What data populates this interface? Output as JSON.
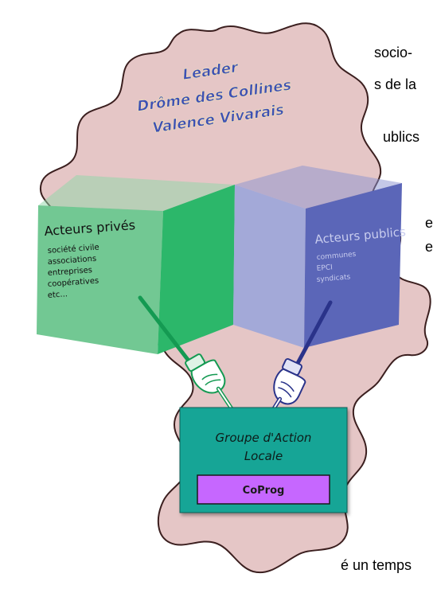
{
  "background_text": {
    "line1": "socio-",
    "line2": "s de la",
    "line3": "ublics",
    "line4": "e",
    "line5": "e",
    "line6": "é un temps"
  },
  "region_title": {
    "line1": "Leader",
    "line2": "Drôme des Collines",
    "line3": "Valence Vivarais"
  },
  "private_box": {
    "title": "Acteurs privés",
    "items": [
      "société civile",
      "associations",
      "entreprises",
      "coopératives",
      "etc..."
    ]
  },
  "public_box": {
    "title": "Acteurs publics",
    "items": [
      "communes",
      "EPCI",
      "syndicats"
    ]
  },
  "gal_box": {
    "line1": "Groupe d'Action",
    "line2": "Locale",
    "button_label": "CoProg"
  },
  "colors": {
    "map_fill": "#e5c6c6",
    "map_stroke": "#3b1f1f",
    "private_front": "#72c893",
    "private_side": "#2cb76a",
    "public_front": "#5b66b8",
    "public_side": "#a3a9d8",
    "gal_fill": "#17a596",
    "coprog_fill": "#c667ff",
    "title_color": "#3d4fb5"
  }
}
